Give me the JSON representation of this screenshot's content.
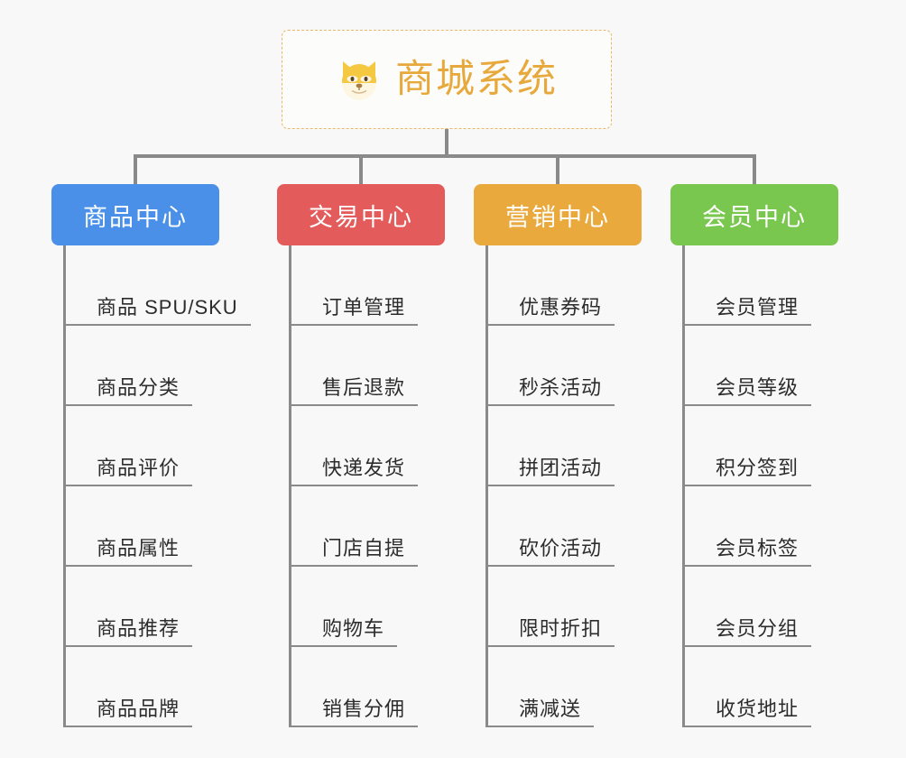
{
  "root": {
    "title": "商城系统",
    "icon": "dog-face-emoji",
    "title_color": "#e8a93c",
    "border_color": "#e8b866",
    "card_bg": "#fcfcfa"
  },
  "canvas": {
    "background": "#f8f8f8",
    "connector_color": "#8a8a8a"
  },
  "branches": [
    {
      "label": "商品中心",
      "color": "#4a90e8",
      "color_class": "blue",
      "items": [
        "商品 SPU/SKU",
        "商品分类",
        "商品评价",
        "商品属性",
        "商品推荐",
        "商品品牌"
      ]
    },
    {
      "label": "交易中心",
      "color": "#e35b5b",
      "color_class": "red",
      "items": [
        "订单管理",
        "售后退款",
        "快递发货",
        "门店自提",
        "购物车",
        "销售分佣"
      ]
    },
    {
      "label": "营销中心",
      "color": "#eaa93c",
      "color_class": "orange",
      "items": [
        "优惠券码",
        "秒杀活动",
        "拼团活动",
        "砍价活动",
        "限时折扣",
        "满减送"
      ]
    },
    {
      "label": "会员中心",
      "color": "#7ac74f",
      "color_class": "green",
      "items": [
        "会员管理",
        "会员等级",
        "积分签到",
        "会员标签",
        "会员分组",
        "收货地址"
      ]
    }
  ]
}
